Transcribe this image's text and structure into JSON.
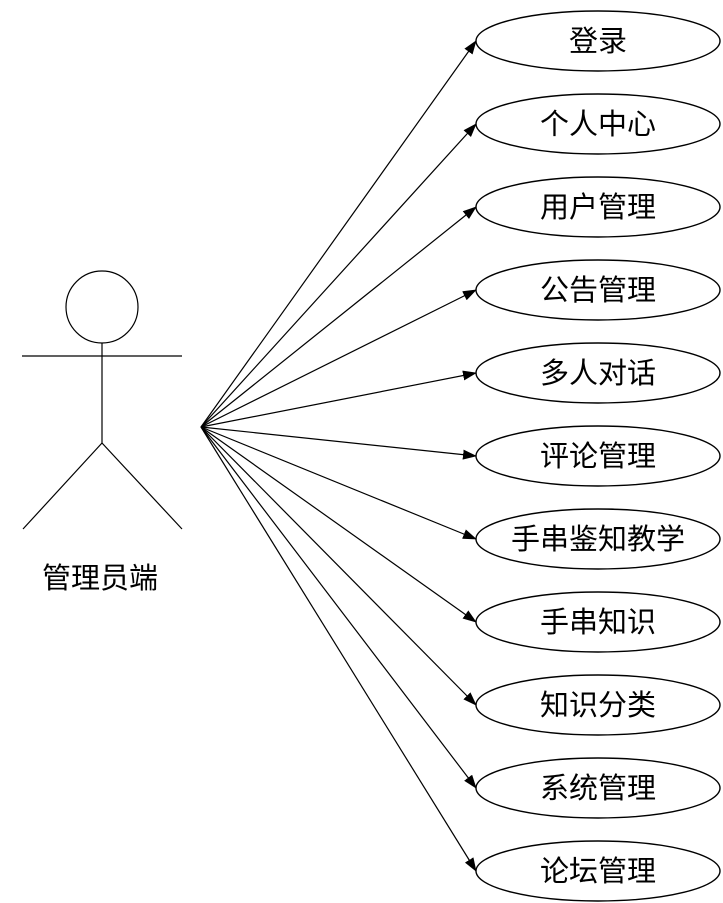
{
  "actor": {
    "label": "管理员端"
  },
  "use_cases": [
    {
      "label": "登录"
    },
    {
      "label": "个人中心"
    },
    {
      "label": "用户管理"
    },
    {
      "label": "公告管理"
    },
    {
      "label": "多人对话"
    },
    {
      "label": "评论管理"
    },
    {
      "label": "手串鉴知教学"
    },
    {
      "label": "手串知识"
    },
    {
      "label": "知识分类"
    },
    {
      "label": "系统管理"
    },
    {
      "label": "论坛管理"
    }
  ]
}
